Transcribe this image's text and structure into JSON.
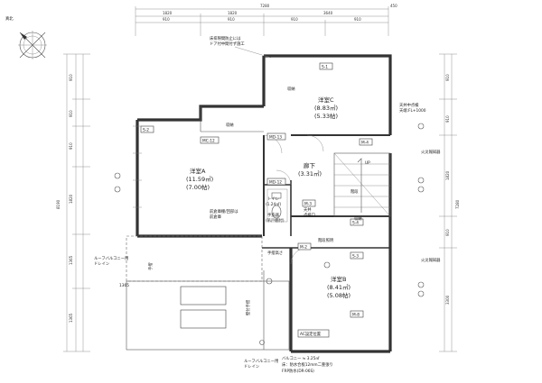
{
  "compass": {
    "label": "真北"
  },
  "dimensions": {
    "top_total": "7280",
    "top_right": "450",
    "top_row2": [
      "1820",
      "1820",
      "3640"
    ],
    "top_row3": [
      "910",
      "910",
      "910",
      "910"
    ],
    "left_total": "8190",
    "left_segments": [
      "910",
      "910",
      "910",
      "1820",
      "1365",
      "1365"
    ],
    "right_total": "7280",
    "right_segments": [
      "910",
      "910",
      "1820",
      "910",
      "3300"
    ],
    "bottom_balcony": "1365"
  },
  "rooms": [
    {
      "name": "洋室A",
      "area": "(11.59㎡)",
      "jo": "(7.00帖)"
    },
    {
      "name": "洋室C",
      "area": "(8.83㎡)",
      "jo": "(5.33帖)"
    },
    {
      "name": "洋室B",
      "area": "(8.41㎡)",
      "jo": "(5.08帖)"
    },
    {
      "name": "廊下",
      "area": "(3.31㎡)"
    },
    {
      "name": "トイレ",
      "area": "(1.24㎡)"
    },
    {
      "name": "階段"
    }
  ],
  "labels": {
    "storage": "収納",
    "storage_c": "収納",
    "storage_b": "収納",
    "note_top": "床排隙間防止には",
    "note_top2": "ドア付中間付ず施工",
    "attic": "天井中点検",
    "attic2": "天端:FL+1000",
    "closet_a": "前倉庫棚/回部は",
    "closet_a2": "前倉庫",
    "toilet_cabinet": "手洗器",
    "toilet_cabinet2": "(吊戸棚付)",
    "hall_unit": "天井",
    "hall_unit2": "点検口",
    "stairs_note": "階段照明",
    "ac": "AC設定位置",
    "balcony_note": "バルコニー ≒ 3.25㎡",
    "balcony_note2": "床：防水合板12mm二重張り",
    "balcony_note3": "FRP防水(DR-06S)",
    "drain_a": "ルーフバルコニー用",
    "drain_a2": "ドレイン",
    "drain_b": "ルーフバルコニー用",
    "drain_b2": "ドレイン",
    "stand_a": "手摺高さ",
    "railing": "壁付手摺",
    "tag_mc12": "MC-12",
    "tag_md13": "MD-13",
    "tag_md12": "MD-12",
    "tag_m2": "M-2",
    "tag_m3": "M-3",
    "tag_m4": "M-4",
    "tag_m8": "M-8",
    "tag_s1": "S-1",
    "tag_s2": "S-2",
    "tag_s3": "S-3",
    "tag_s4": "S-4",
    "fire_note": "火災報知器",
    "hand_lamp": "手摺",
    "up": "UP"
  }
}
